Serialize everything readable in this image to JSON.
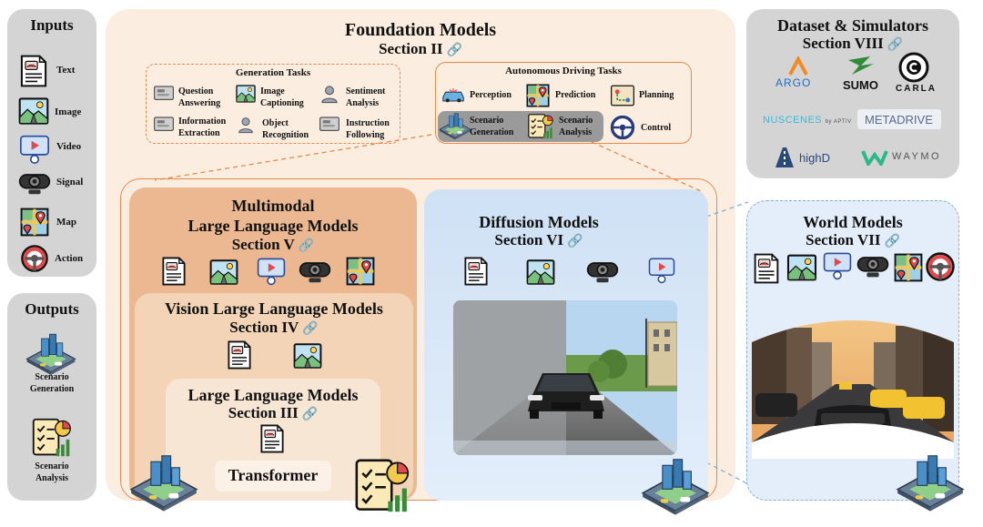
{
  "inputs": {
    "title": "Inputs",
    "items": [
      {
        "label": "Text",
        "icon": "document-icon"
      },
      {
        "label": "Image",
        "icon": "landscape-image-icon"
      },
      {
        "label": "Video",
        "icon": "video-player-icon"
      },
      {
        "label": "Signal",
        "icon": "webcam-icon"
      },
      {
        "label": "Map",
        "icon": "map-pin-icon"
      },
      {
        "label": "Action",
        "icon": "steering-wheel-icon"
      }
    ]
  },
  "outputs": {
    "title": "Outputs",
    "items": [
      {
        "label": "Scenario\nGeneration",
        "icon": "isometric-city-icon"
      },
      {
        "label": "Scenario\nAnalysis",
        "icon": "analysis-checklist-icon"
      }
    ]
  },
  "foundation": {
    "title": "Foundation Models",
    "section": "Section II",
    "generation": {
      "title": "Generation Tasks",
      "items": [
        {
          "label": "Question\nAnswering"
        },
        {
          "label": "Image\nCaptioning"
        },
        {
          "label": "Sentiment\nAnalysis"
        },
        {
          "label": "Information\nExtraction"
        },
        {
          "label": "Object\nRecognition"
        },
        {
          "label": "Instruction\nFollowing"
        }
      ]
    },
    "driving": {
      "title": "Autonomous Driving Tasks",
      "items": [
        {
          "label": "Perception"
        },
        {
          "label": "Prediction"
        },
        {
          "label": "Planning"
        },
        {
          "label": "Scenario\nGeneration"
        },
        {
          "label": "Scenario\nAnalysis"
        },
        {
          "label": "Control"
        }
      ]
    }
  },
  "mllm": {
    "title1": "Multimodal",
    "title2": "Large Language Models",
    "section": "Section V"
  },
  "vllm": {
    "title": "Vision Large Language Models",
    "section": "Section IV"
  },
  "llm": {
    "title": "Large Language Models",
    "section": "Section III",
    "transformer": "Transformer"
  },
  "diffusion": {
    "title": "Diffusion Models",
    "section": "Section VI"
  },
  "world": {
    "title": "World Models",
    "section": "Section VII"
  },
  "datasets": {
    "title": "Dataset & Simulators",
    "section": "Section VIII",
    "logos": [
      {
        "name": "ARGO",
        "color": "#f08a24"
      },
      {
        "name": "SUMO",
        "color": "#2f8a3a"
      },
      {
        "name": "CARLA",
        "color": "#111111"
      },
      {
        "name": "NUSCENES",
        "sub": "by APTIV",
        "color": "#3bb8d8"
      },
      {
        "name": "METADRIVE",
        "color": "#5a6a8a"
      },
      {
        "name": "highD",
        "color": "#2a4a7a"
      },
      {
        "name": "WAYMO",
        "color": "#2eb88a"
      }
    ]
  },
  "link_icon": "🔗"
}
